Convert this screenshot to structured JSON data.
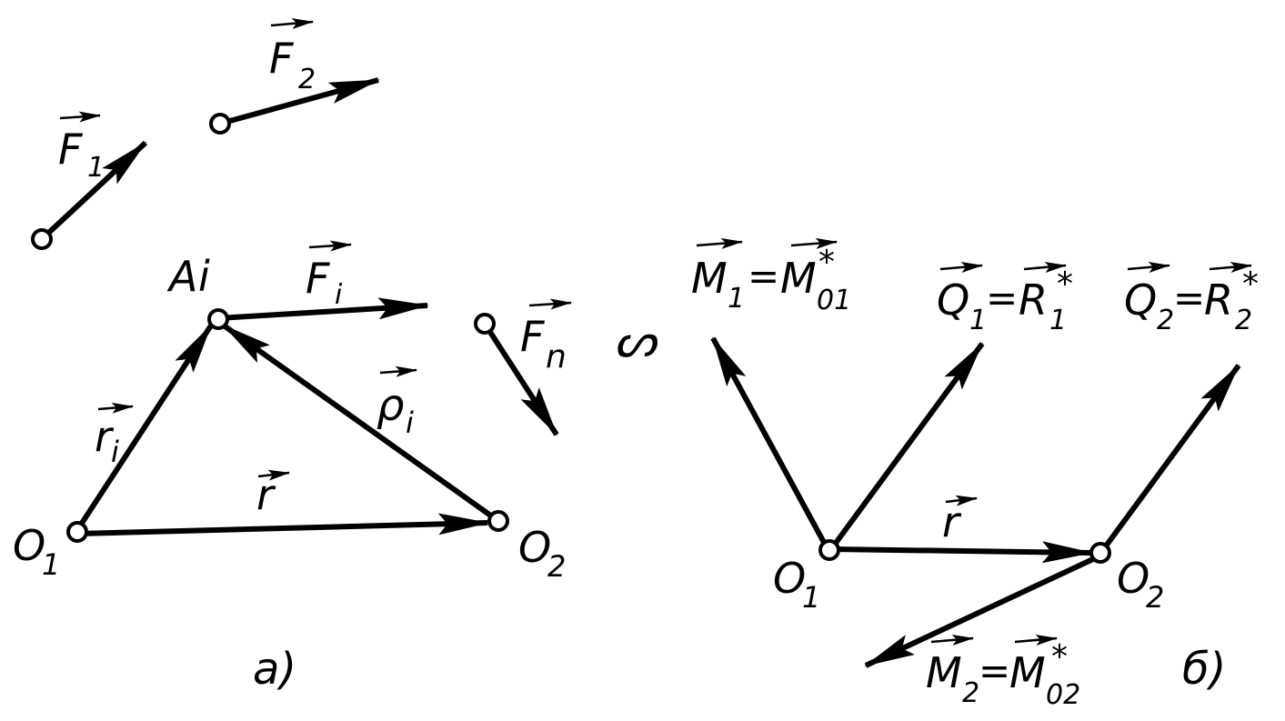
{
  "colors": {
    "ink": "#000000",
    "paper": "#ffffff"
  },
  "left_panel": {
    "caption": "a)",
    "points": {
      "O1": {
        "base": "O",
        "sub": "1"
      },
      "O2": {
        "base": "O",
        "sub": "2"
      },
      "Ai": {
        "base": "A",
        "sub": "i"
      }
    },
    "vectors": {
      "F1": {
        "base": "F",
        "sub": "1"
      },
      "F2": {
        "base": "F",
        "sub": "2"
      },
      "Fi": {
        "base": "F",
        "sub": "i"
      },
      "Fn": {
        "base": "F",
        "sub": "n"
      },
      "ri": {
        "base": "r",
        "sub": "i"
      },
      "rhoi": {
        "base": "ρ",
        "sub": "i"
      },
      "r": {
        "base": "r"
      }
    }
  },
  "right_panel": {
    "caption": "б)",
    "rotation_mark": "ᔕ",
    "points": {
      "O1": {
        "base": "O",
        "sub": "1"
      },
      "O2": {
        "base": "O",
        "sub": "2"
      }
    },
    "equations": {
      "M1": {
        "lhs_base": "M",
        "lhs_sub": "1",
        "eq": "=",
        "rhs_base": "M",
        "rhs_sub": "01",
        "rhs_sup": "*"
      },
      "Q1": {
        "lhs_base": "Q",
        "lhs_sub": "1",
        "eq": "=",
        "rhs_base": "R",
        "rhs_sub": "1",
        "rhs_sup": "*"
      },
      "Q2": {
        "lhs_base": "Q",
        "lhs_sub": "2",
        "eq": "=",
        "rhs_base": "R",
        "rhs_sub": "2",
        "rhs_sup": "*"
      },
      "M2": {
        "lhs_base": "M",
        "lhs_sub": "2",
        "eq": "=",
        "rhs_base": "M",
        "rhs_sub": "02",
        "rhs_sup": "*"
      }
    },
    "vectors": {
      "r": {
        "base": "r"
      }
    }
  }
}
